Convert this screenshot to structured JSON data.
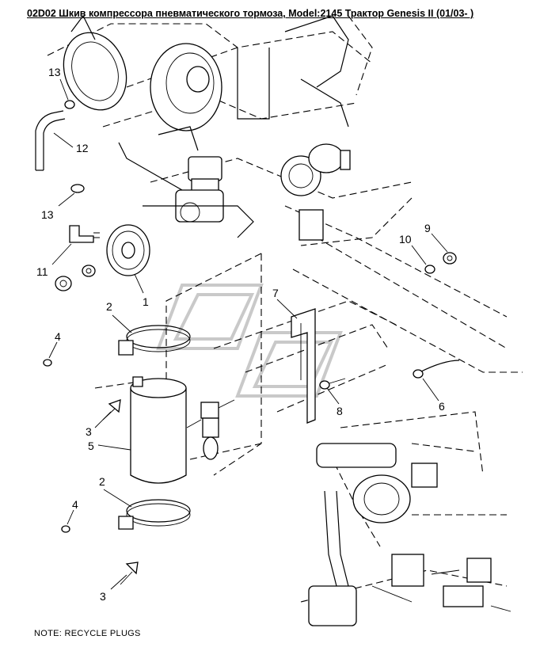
{
  "title": "02D02 Шкив компрессора пневматического тормоза, Model:2145 Трактор Genesis II (01/03- )",
  "note": "NOTE: RECYCLE PLUGS",
  "callouts": [
    {
      "id": "c13a",
      "label": "13"
    },
    {
      "id": "c12",
      "label": "12"
    },
    {
      "id": "c13b",
      "label": "13"
    },
    {
      "id": "c11",
      "label": "11"
    },
    {
      "id": "c1",
      "label": "1"
    },
    {
      "id": "c2a",
      "label": "2"
    },
    {
      "id": "c4a",
      "label": "4"
    },
    {
      "id": "c3a",
      "label": "3"
    },
    {
      "id": "c5",
      "label": "5"
    },
    {
      "id": "c2b",
      "label": "2"
    },
    {
      "id": "c4b",
      "label": "4"
    },
    {
      "id": "c3b",
      "label": "3"
    },
    {
      "id": "c7",
      "label": "7"
    },
    {
      "id": "c8",
      "label": "8"
    },
    {
      "id": "c6",
      "label": "6"
    },
    {
      "id": "c9",
      "label": "9"
    },
    {
      "id": "c10",
      "label": "10"
    }
  ]
}
